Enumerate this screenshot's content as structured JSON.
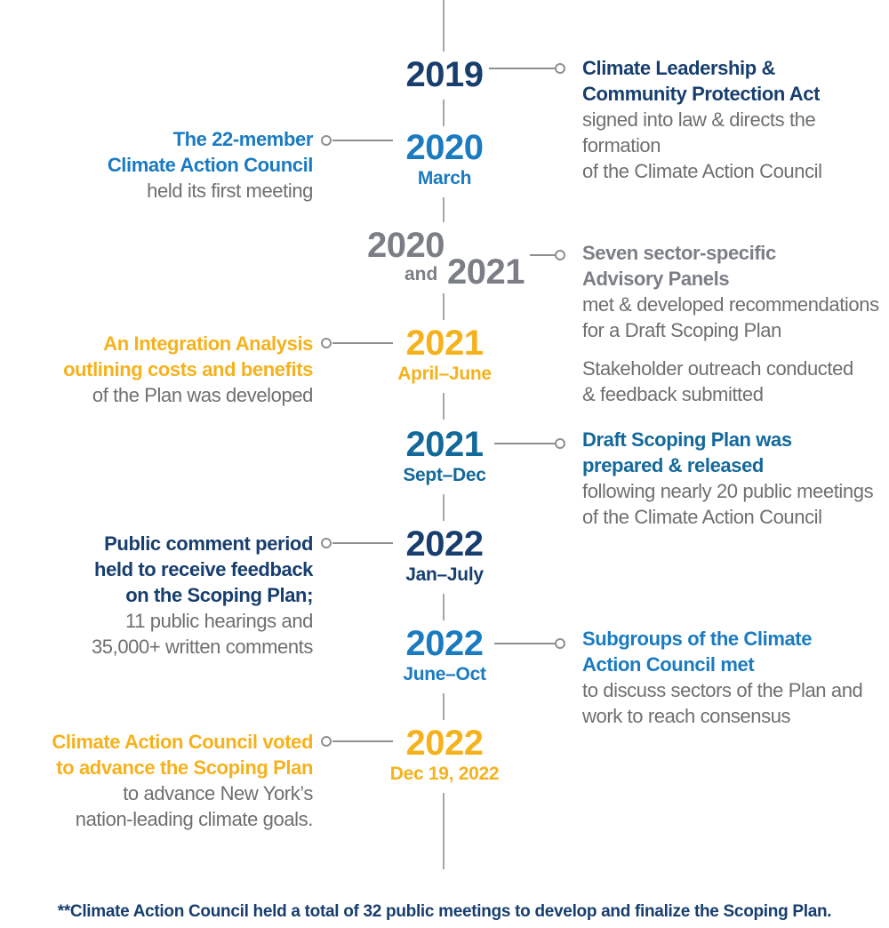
{
  "colors": {
    "navy": "#173e6e",
    "blue": "#1a7bc1",
    "gray": "#7b7f85",
    "gold": "#f5b21c",
    "teal": "#13699a",
    "body": "#6f6f6f"
  },
  "events": [
    {
      "year": "2019",
      "sub": "",
      "title": [
        "Climate Leadership &",
        "Community Protection Act"
      ],
      "body": [
        "signed into law & directs the formation",
        "of the Climate Action Council"
      ]
    },
    {
      "year": "2020",
      "sub": "March",
      "title": [
        "The 22-member",
        "Climate Action Council"
      ],
      "body": [
        "held its first meeting"
      ]
    },
    {
      "year_a": "2020",
      "and": "and",
      "year_b": "2021",
      "title": [
        "Seven sector-specific",
        "Advisory Panels"
      ],
      "body": [
        "met & developed recommendations",
        "for a Draft Scoping Plan"
      ],
      "body2": [
        "Stakeholder outreach conducted",
        "& feedback submitted"
      ]
    },
    {
      "year": "2021",
      "sub": "April–June",
      "title": [
        "An Integration Analysis",
        "outlining costs and benefits"
      ],
      "body": [
        "of the Plan was developed"
      ]
    },
    {
      "year": "2021",
      "sub": "Sept–Dec",
      "title": [
        "Draft Scoping Plan was",
        "prepared & released"
      ],
      "body": [
        "following nearly 20 public meetings",
        "of the Climate Action Council"
      ]
    },
    {
      "year": "2022",
      "sub": "Jan–July",
      "title": [
        "Public comment period",
        "held to receive feedback",
        "on the Scoping Plan;"
      ],
      "body": [
        "11 public hearings and",
        "35,000+ written comments"
      ]
    },
    {
      "year": "2022",
      "sub": "June–Oct",
      "title": [
        "Subgroups of the Climate",
        "Action Council met"
      ],
      "body": [
        "to discuss sectors of the Plan and",
        "work to reach consensus"
      ]
    },
    {
      "year": "2022",
      "sub": "Dec 19, 2022",
      "title": [
        "Climate Action Council voted",
        "to advance the Scoping Plan"
      ],
      "body": [
        "to advance New York’s",
        "nation-leading climate goals."
      ]
    }
  ],
  "footer": "**Climate Action Council held a total of 32 public meetings to develop and finalize the Scoping Plan."
}
